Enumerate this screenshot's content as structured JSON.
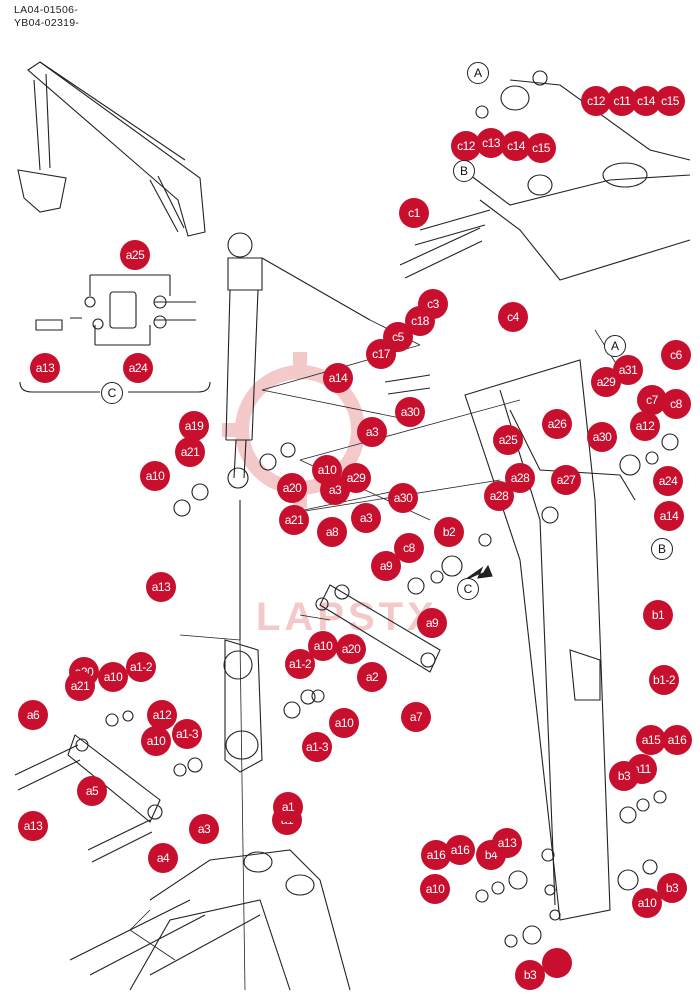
{
  "header": {
    "line1": "LA04-01506-",
    "line2": "YB04-02319-"
  },
  "watermark": "LAPSTX",
  "colors": {
    "callout": "#c8102e",
    "line": "#222222",
    "watermark": "#f4c9c9"
  },
  "refs": [
    "A",
    "B",
    "C",
    "A",
    "B",
    "C"
  ],
  "callouts": [
    "c12",
    "c11",
    "c14",
    "c15",
    "c12",
    "c13",
    "c14",
    "c15",
    "c1",
    "a25",
    "a13",
    "a24",
    "c4",
    "c3",
    "c18",
    "c5",
    "c17",
    "a14",
    "a30",
    "a3",
    "a29",
    "a31",
    "c6",
    "c7",
    "c8",
    "a26",
    "a30",
    "a12",
    "a19",
    "a21",
    "a10",
    "a20",
    "a21",
    "a10",
    "a29",
    "a3",
    "a30",
    "a3",
    "a25",
    "a28",
    "a27",
    "a24",
    "a28",
    "a14",
    "b2",
    "c8",
    "a9",
    "a8",
    "a13",
    "a10",
    "a20",
    "a1-2",
    "a2",
    "a9",
    "a7",
    "a20",
    "a21",
    "a10",
    "a1-2",
    "a12",
    "a10",
    "a1-3",
    "a10",
    "a1-3",
    "a6",
    "a5",
    "a13",
    "a3",
    "a1",
    "a1",
    "a4",
    "b1",
    "b1-2",
    "a15",
    "a16",
    "a11",
    "b3",
    "a16",
    "a16",
    "b4",
    "a13",
    "a10",
    "b3",
    "a10",
    "b3"
  ]
}
